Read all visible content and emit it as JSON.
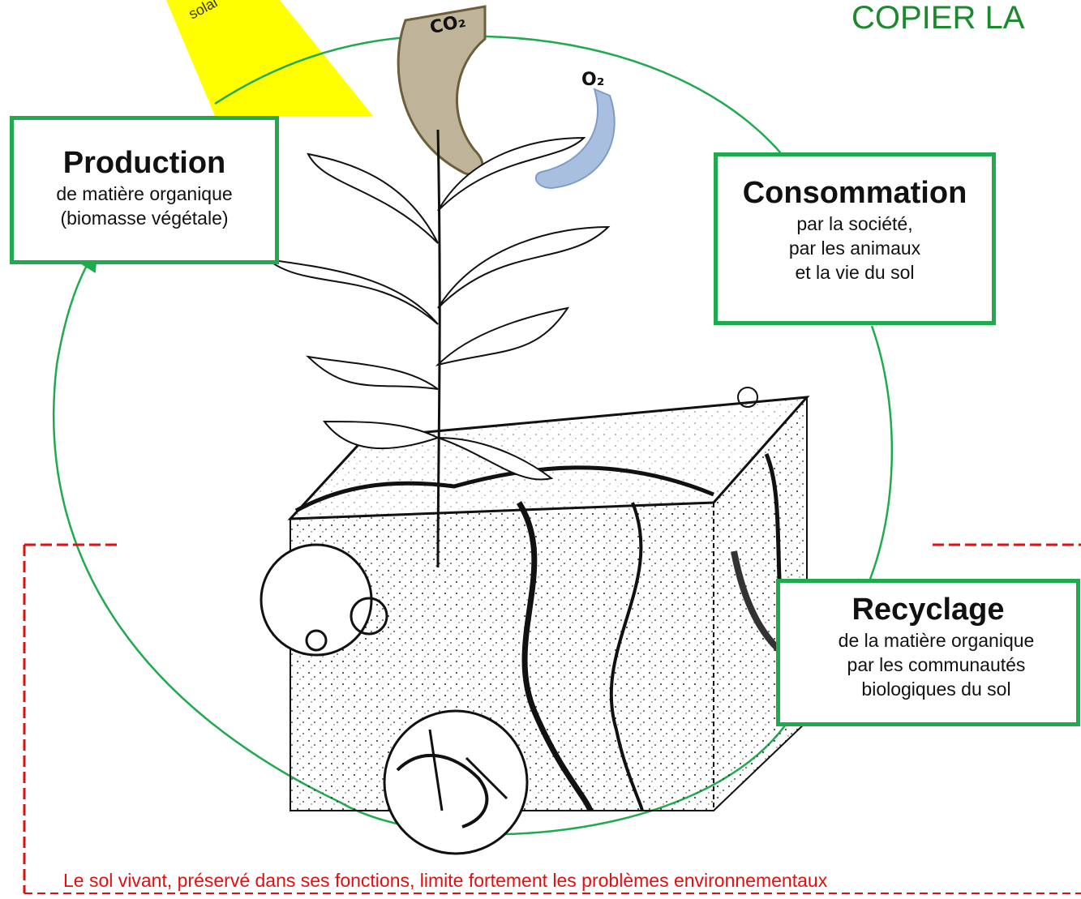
{
  "title_partial": "COPIER LA",
  "solar_label": "solai",
  "gases": {
    "co2": "CO₂",
    "o2": "O₂"
  },
  "stages": [
    {
      "title": "Production",
      "lines": [
        "de matière organique",
        "(biomasse végétale)"
      ]
    },
    {
      "title": "Consommation",
      "lines": [
        "par la société,",
        "par les animaux",
        "et la vie du sol"
      ]
    },
    {
      "title": "Recyclage",
      "lines": [
        "de la matière organique",
        "par les communautés",
        "biologiques du sol"
      ]
    }
  ],
  "footer": "Le sol vivant, préservé dans ses fonctions, limite fortement les problèmes environnementaux",
  "colors": {
    "cycle_green": "#1faa4e",
    "dash_red": "#e01010",
    "sun_yellow": "#ffff00",
    "co2_band": "#bfb49a",
    "o2_band": "#a8bfe0"
  }
}
